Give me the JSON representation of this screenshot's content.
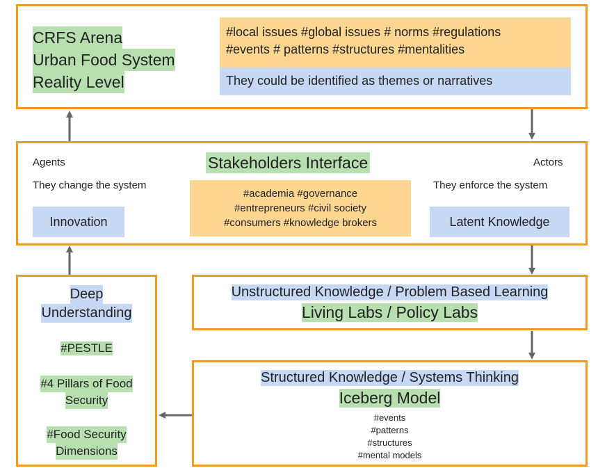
{
  "top": {
    "title_lines": [
      "CRFS Arena",
      "Urban Food System",
      "Reality Level"
    ],
    "tags_lines": [
      "#local issues #global issues # norms #regulations",
      "#events # patterns #structures #mentalities"
    ],
    "themes": "They could be identified as themes or narratives"
  },
  "middle": {
    "title": "Stakeholders Interface",
    "agents": "Agents",
    "agents_sub": "They change the system",
    "innovation": "Innovation",
    "actors": "Actors",
    "actors_sub": "They enforce the system",
    "latent": "Latent Knowledge",
    "tags_lines": [
      "#academia #governance",
      "#entrepreneurs #civil society",
      "#consumers #knowledge brokers"
    ]
  },
  "left": {
    "title_lines": [
      "Deep",
      "Understanding"
    ],
    "pestle": "#PESTLE",
    "pillars_lines": [
      "#4 Pillars of Food",
      "Security"
    ],
    "dimensions_lines": [
      "#Food Security",
      "Dimensions"
    ]
  },
  "labs": {
    "line1": "Unstructured Knowledge / Problem Based Learning",
    "line2": "Living Labs / Policy Labs"
  },
  "iceberg": {
    "line1": "Structured Knowledge / Systems Thinking",
    "title": "Iceberg Model",
    "items": [
      "#events",
      "#patterns",
      "#structures",
      "#mental models"
    ]
  },
  "colors": {
    "border": "#f29a1f",
    "green": "#b7dfb0",
    "yellow": "#fdd791",
    "blue": "#c7d8f4",
    "arrow": "#666666"
  }
}
